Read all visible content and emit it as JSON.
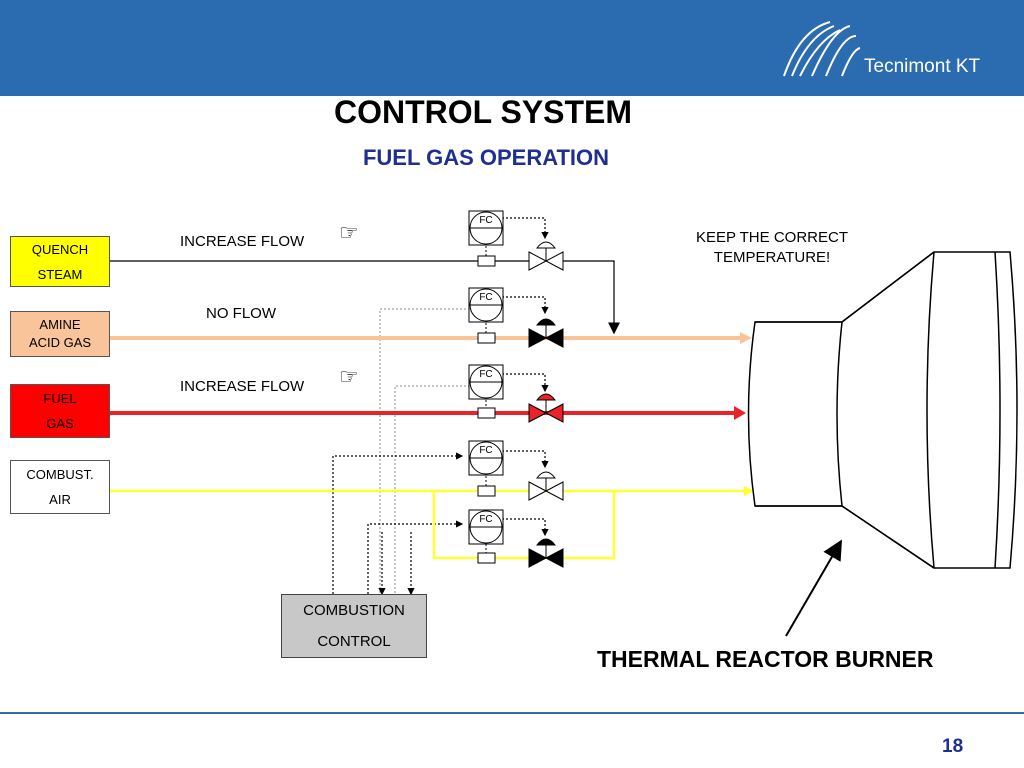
{
  "header": {
    "brand": "Tecnimont KT",
    "bar_color": "#2b6cb0"
  },
  "slide": {
    "title": "CONTROL SYSTEM",
    "subtitle": "FUEL GAS OPERATION",
    "page_number": "18"
  },
  "sources": [
    {
      "label": "QUENCH\nSTEAM",
      "fill": "#ffff00",
      "line_color": "#000000"
    },
    {
      "label": "AMINE\nACID GAS",
      "fill": "#f9c49a",
      "line_color": "#f9c49a"
    },
    {
      "label": "FUEL\nGAS",
      "fill": "#ff0000",
      "line_color": "#e8232a"
    },
    {
      "label": "COMBUST.\nAIR",
      "fill": "#ffffff",
      "line_color": "#ffff33"
    }
  ],
  "annotations": {
    "increase_flow_top": "INCREASE FLOW",
    "no_flow": "NO FLOW",
    "increase_flow_fuel": "INCREASE FLOW",
    "pointer_icon": "pointing-hand-icon",
    "pointer_glyph": "☞",
    "keep_temperature": "KEEP THE CORRECT\nTEMPERATURE!",
    "burner_label": "THERMAL REACTOR BURNER"
  },
  "controllers": [
    {
      "tag": "FC"
    },
    {
      "tag": "FC"
    },
    {
      "tag": "FC"
    },
    {
      "tag": "FC"
    },
    {
      "tag": "FC"
    }
  ],
  "combustion_control": {
    "label": "COMBUSTION\nCONTROL"
  }
}
